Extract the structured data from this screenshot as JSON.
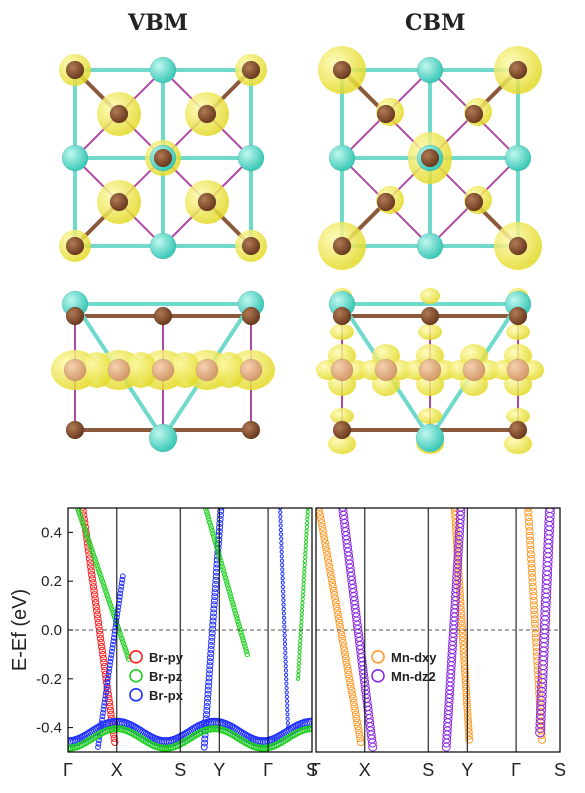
{
  "panels": {
    "vbm_label": "VBM",
    "cbm_label": "CBM"
  },
  "colors": {
    "cyan_atom": "#3cc9b7",
    "brown_atom": "#6b3a1f",
    "orange_atom": "#d49a6a",
    "isosurface": "#e3da2a",
    "bond_magenta": "#b04aa6",
    "br_py": "#ff2020",
    "br_pz": "#20d020",
    "br_px": "#2030ff",
    "mn_dxy": "#ff9a2a",
    "mn_dz2": "#8a2be2"
  },
  "chart_data": [
    {
      "type": "scatter",
      "ylabel": "E-Ef (eV)",
      "ylim": [
        -0.5,
        0.5
      ],
      "yticks": [
        "0.4",
        "0.2",
        "0.0",
        "-0.2",
        "-0.4"
      ],
      "ytick_values": [
        0.4,
        0.2,
        0.0,
        -0.2,
        -0.4
      ],
      "kpath": [
        "Γ",
        "X",
        "S",
        "Y",
        "Γ",
        "S"
      ],
      "legend": [
        "Br-py",
        "Br-pz",
        "Br-px"
      ],
      "legend_placement": "lower-left",
      "fermi_line": 0.0
    },
    {
      "type": "scatter",
      "ylim": [
        -0.5,
        0.5
      ],
      "kpath": [
        "Γ",
        "X",
        "S",
        "Y",
        "Γ",
        "S"
      ],
      "legend": [
        "Mn-dxy",
        "Mn-dz2"
      ],
      "legend_placement": "lower-left",
      "fermi_line": 0.0
    }
  ]
}
